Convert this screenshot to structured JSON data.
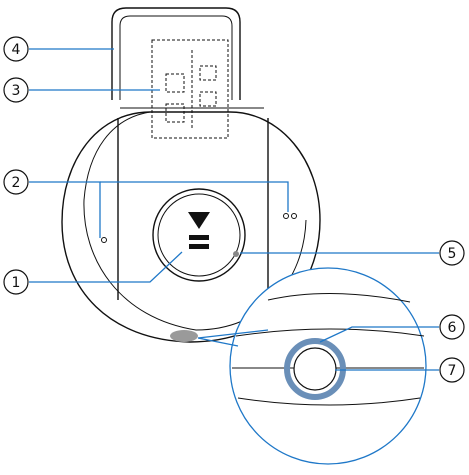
{
  "colors": {
    "leader": "#1f78c8",
    "outline": "#111111",
    "jack_ring": "#6a8fb8",
    "led": "#888888",
    "bottom_port": "#9a9a9a"
  },
  "callouts": [
    {
      "number": "1",
      "part": "play-pause-button"
    },
    {
      "number": "2",
      "part": "microphone"
    },
    {
      "number": "3",
      "part": "usb-connector"
    },
    {
      "number": "4",
      "part": "clip"
    },
    {
      "number": "5",
      "part": "indicator-led"
    },
    {
      "number": "6",
      "part": "indicator-light"
    },
    {
      "number": "7",
      "part": "headphone-jack"
    }
  ]
}
